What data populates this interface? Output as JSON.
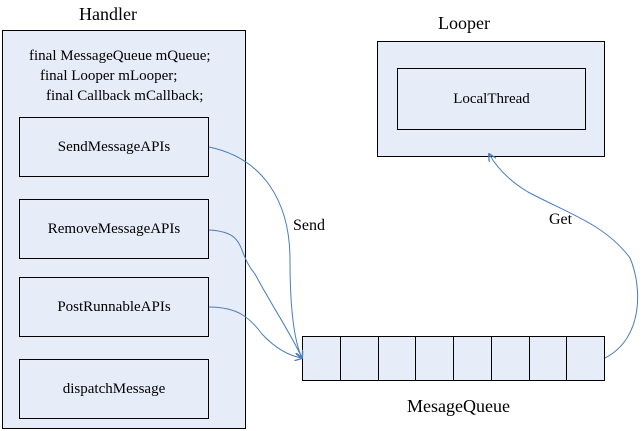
{
  "handler": {
    "title": "Handler",
    "fields": [
      "final MessageQueue mQueue;",
      "final Looper mLooper;",
      "final Callback mCallback;"
    ],
    "methods": [
      "SendMessageAPIs",
      "RemoveMessageAPIs",
      "PostRunnableAPIs",
      "dispatchMessage"
    ]
  },
  "looper": {
    "title": "Looper",
    "inner_label": "LocalThread"
  },
  "queue": {
    "label": "MesageQueue",
    "slot_count": 8
  },
  "arrows": {
    "send_label": "Send",
    "get_label": "Get"
  },
  "colors": {
    "box_fill": "#e6ecf8",
    "arrow": "#4a7ebb",
    "border": "#000000"
  }
}
